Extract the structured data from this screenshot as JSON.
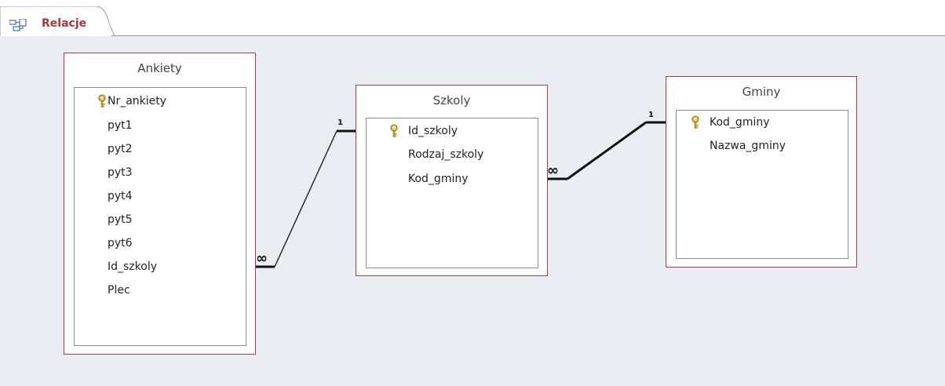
{
  "tab": {
    "icon": "relationships-icon",
    "label": "Relacje",
    "label_color": "#a4373a"
  },
  "canvas_background": "#eaeef3",
  "tables": {
    "ankiety": {
      "title": "Ankiety",
      "fields": [
        "Nr_ankiety",
        "pyt1",
        "pyt2",
        "pyt3",
        "pyt4",
        "pyt5",
        "pyt6",
        "Id_szkoly",
        "Plec"
      ],
      "primary_key": "Nr_ankiety"
    },
    "szkoly": {
      "title": "Szkoly",
      "fields": [
        "Id_szkoly",
        "Rodzaj_szkoly",
        "Kod_gminy"
      ],
      "primary_key": "Id_szkoly"
    },
    "gminy": {
      "title": "Gminy",
      "fields": [
        "Kod_gminy",
        "Nazwa_gminy"
      ],
      "primary_key": "Kod_gminy"
    }
  },
  "relationships": [
    {
      "from": "Ankiety.Id_szkoly",
      "to": "Szkoly.Id_szkoly",
      "many_label": "∞",
      "one_label": "1"
    },
    {
      "from": "Szkoly.Kod_gminy",
      "to": "Gminy.Kod_gminy",
      "many_label": "∞",
      "one_label": "1"
    }
  ],
  "border_color": "#b23c3c"
}
